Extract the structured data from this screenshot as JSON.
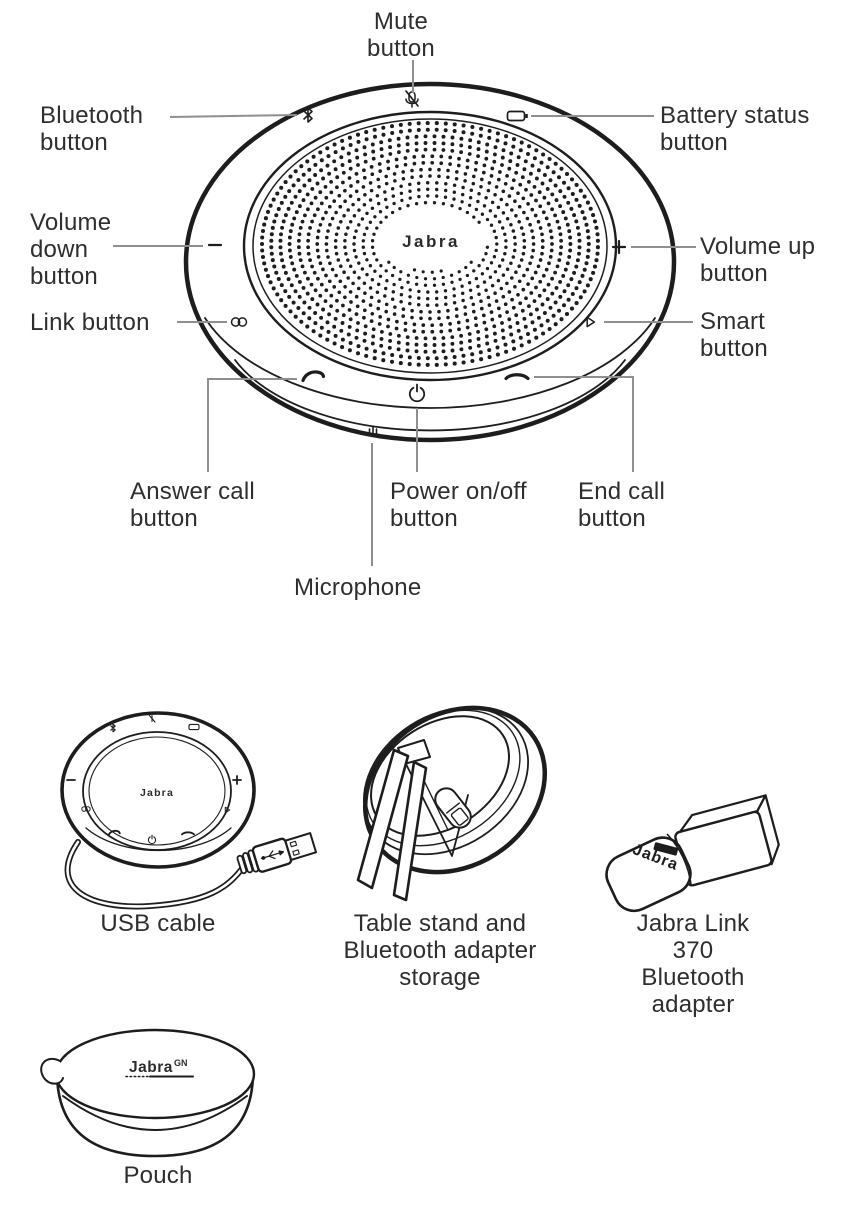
{
  "colors": {
    "ink": "#1d1d1d",
    "leader": "#8f8f8f",
    "text": "#2e2e2e"
  },
  "device": {
    "logo": "Jabra",
    "labels": {
      "mute": "Mute\nbutton",
      "bluetooth": "Bluetooth\nbutton",
      "battery": "Battery status\nbutton",
      "volume_down": "Volume\ndown\nbutton",
      "volume_up": "Volume up\nbutton",
      "link": "Link button",
      "smart": "Smart\nbutton",
      "answer": "Answer call\nbutton",
      "power": "Power on/off\nbutton",
      "end": "End call\nbutton",
      "microphone": "Microphone"
    },
    "icons": {
      "mute": "microphone-with-slash",
      "bluetooth": "bluetooth-rune",
      "battery": "battery-outline",
      "volume_down": "minus",
      "volume_up": "plus",
      "link": "two-linked-circles",
      "smart": "triangle-right-outline",
      "answer": "handset-curved",
      "power": "power-standby",
      "end": "handset-flat",
      "microphone": "three-bars"
    }
  },
  "accessories": {
    "usb_cable": {
      "label": "USB cable",
      "logo": "Jabra"
    },
    "table_stand": {
      "label": "Table stand and\nBluetooth adapter\nstorage"
    },
    "link_370": {
      "label": "Jabra Link 370\nBluetooth adapter",
      "logo": "Jabra"
    },
    "pouch": {
      "label": "Pouch",
      "logo": "Jabra",
      "logo_suffix": "GN"
    }
  }
}
